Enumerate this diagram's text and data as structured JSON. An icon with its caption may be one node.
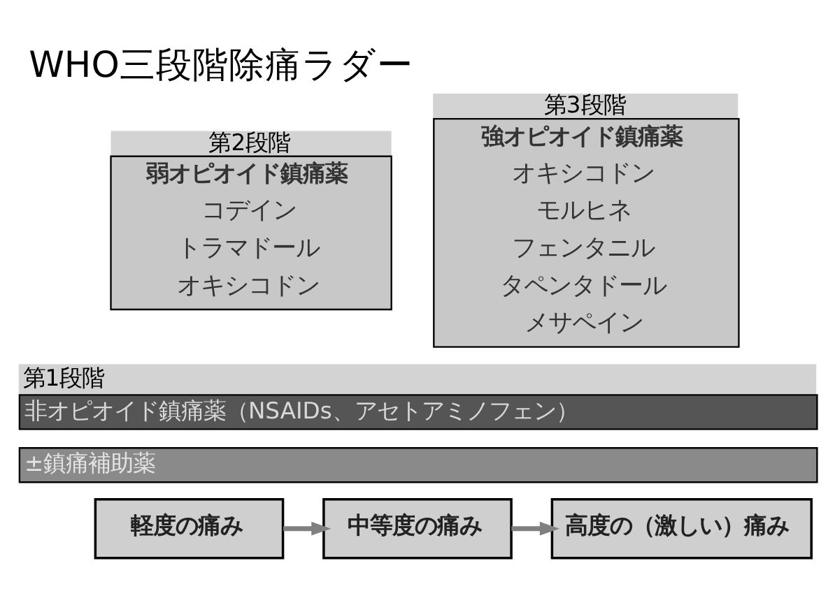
{
  "diagram": {
    "title": "WHO三段階除痛ラダー",
    "nodes": [
      {
        "text": [
          "第2段階",
          "弱オピオイド鎮痛薬",
          "コデイン",
          "トラマドール",
          "オキシコドン"
        ]
      },
      {
        "text": [
          "第3段階",
          "強オピオイド鎮痛薬",
          "オキシコドン",
          "モルヒネ",
          "フェンタニル",
          "タペンタドール",
          "メサペイン"
        ]
      },
      {
        "text": [
          "第1段階",
          "非オピオイド鎮痛薬（NSAIDs、アセトアミノフェン）"
        ]
      },
      {
        "text": [
          "±鎮痛補助薬"
        ]
      },
      {
        "text": [
          "軽度の痛み"
        ]
      },
      {
        "text": [
          "中等度の痛み"
        ]
      },
      {
        "text": [
          "高度の（激しい）痛み"
        ]
      }
    ],
    "edges": [
      {
        "from": 4,
        "to": 5,
        "arrow": "to"
      },
      {
        "from": 5,
        "to": 6,
        "arrow": "to"
      }
    ]
  }
}
